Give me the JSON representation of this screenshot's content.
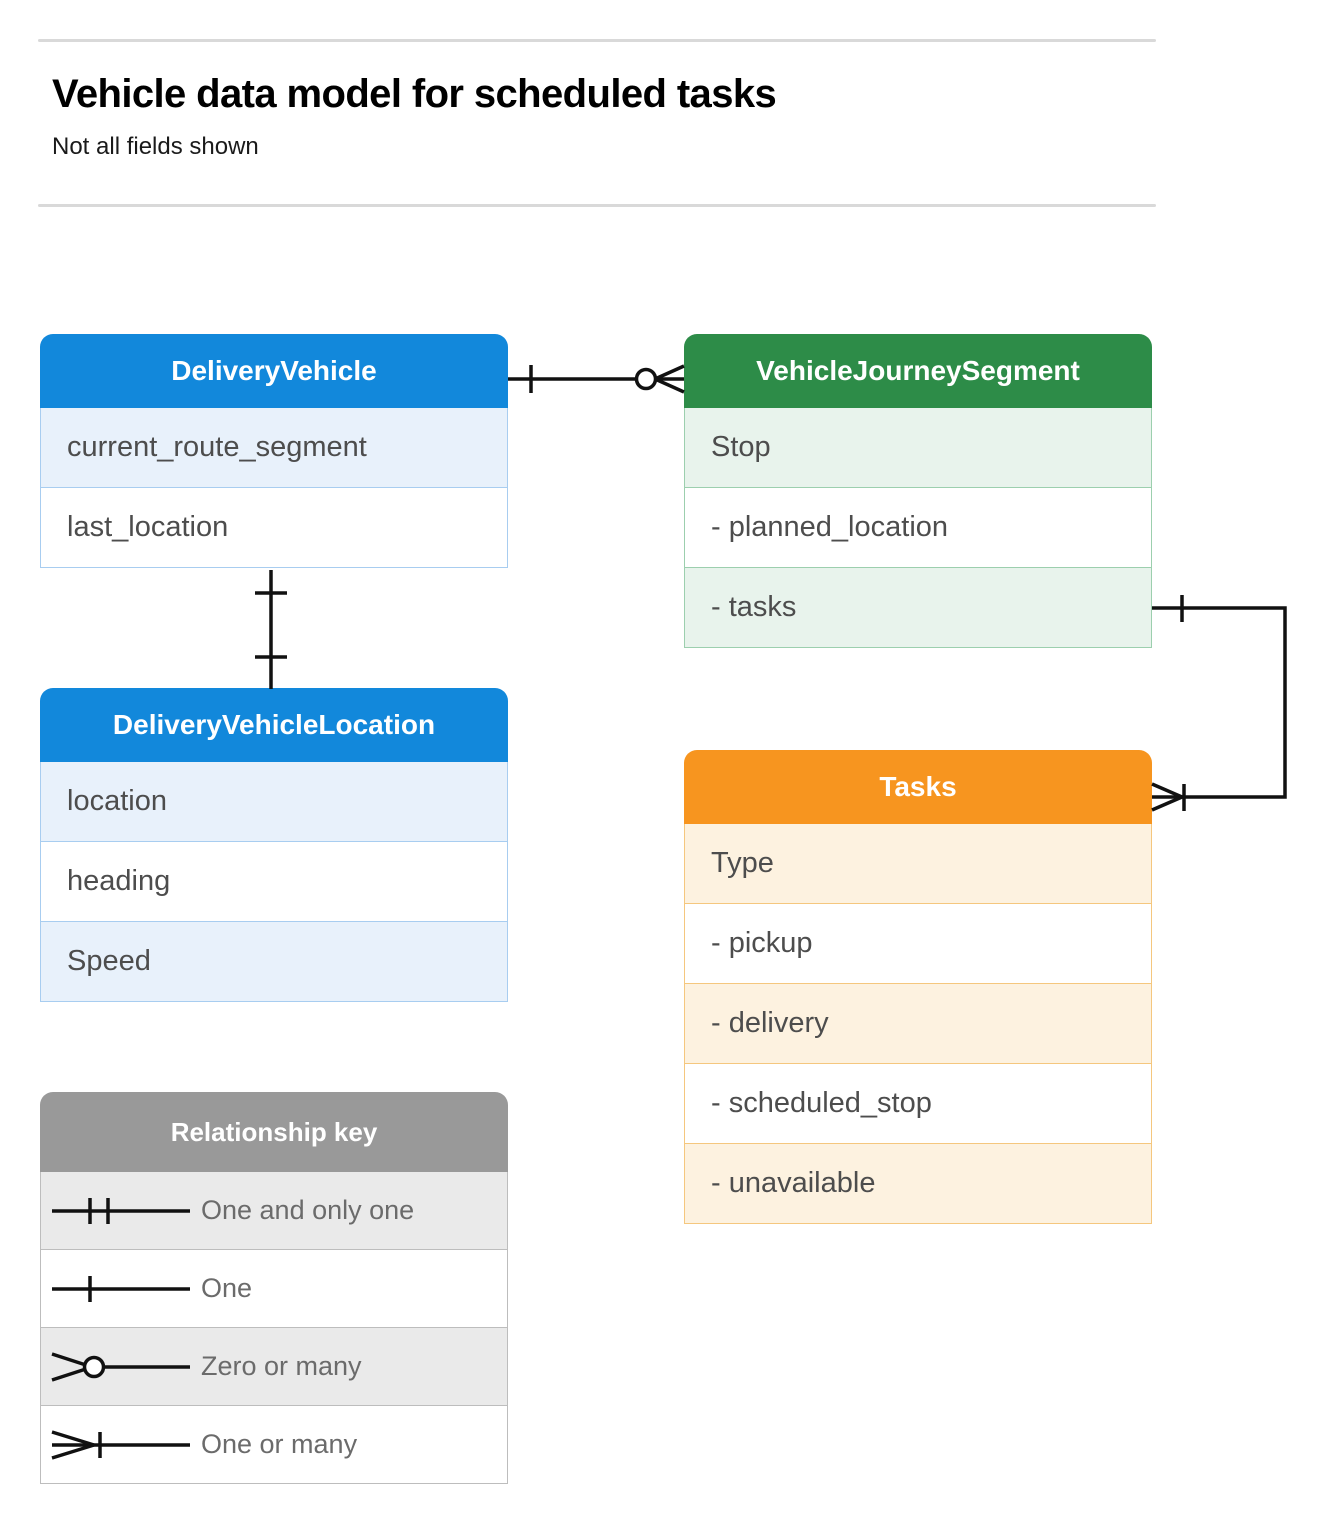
{
  "header": {
    "title": "Vehicle data model for scheduled tasks",
    "subtitle": "Not all fields shown"
  },
  "colors": {
    "blue": "#1288db",
    "blue_row": "#e8f1fb",
    "blue_border": "#a8cdf0",
    "green": "#2d8c48",
    "green_row": "#e8f3ec",
    "green_border": "#9ccfae",
    "orange": "#f7951f",
    "orange_row": "#fdf2e0",
    "orange_border": "#f5c77e",
    "gray": "#999999",
    "gray_row": "#eaeaea",
    "gray_border": "#bdbdbd",
    "connector": "#111111",
    "rule": "#d9d9d9",
    "field_text": "#4d4d4d"
  },
  "entities": [
    {
      "id": "delivery-vehicle",
      "name": "DeliveryVehicle",
      "color": "blue",
      "fields": [
        {
          "label": "current_route_segment"
        },
        {
          "label": "last_location"
        }
      ]
    },
    {
      "id": "delivery-vehicle-location",
      "name": "DeliveryVehicleLocation",
      "color": "blue",
      "fields": [
        {
          "label": "location"
        },
        {
          "label": "heading"
        },
        {
          "label": "Speed"
        }
      ]
    },
    {
      "id": "vehicle-journey-segment",
      "name": "VehicleJourneySegment",
      "color": "green",
      "fields": [
        {
          "label": "Stop"
        },
        {
          "label": "-  planned_location"
        },
        {
          "label": "- tasks"
        }
      ]
    },
    {
      "id": "tasks",
      "name": "Tasks",
      "color": "orange",
      "fields": [
        {
          "label": "Type"
        },
        {
          "label": "-  pickup"
        },
        {
          "label": "-  delivery"
        },
        {
          "label": "-  scheduled_stop"
        },
        {
          "label": "-  unavailable"
        }
      ]
    }
  ],
  "legend": {
    "title": "Relationship key",
    "items": [
      {
        "symbol": "one-and-only-one",
        "label": "One and only one"
      },
      {
        "symbol": "one",
        "label": "One"
      },
      {
        "symbol": "zero-or-many",
        "label": "Zero or many"
      },
      {
        "symbol": "one-or-many",
        "label": "One or many"
      }
    ]
  },
  "relationships": [
    {
      "id": "deliveryvehicle-to-vehiclejourneysegment",
      "from": "DeliveryVehicle",
      "to": "VehicleJourneySegment",
      "from_cardinality": "One",
      "to_cardinality": "Zero or many"
    },
    {
      "id": "deliveryvehicle-to-deliveryvehiclelocation",
      "from": "DeliveryVehicle",
      "to": "DeliveryVehicleLocation",
      "from_cardinality": "One",
      "to_cardinality": "One"
    },
    {
      "id": "vehiclejourneysegment-tasks-to-tasks",
      "from": "VehicleJourneySegment.tasks",
      "to": "Tasks",
      "from_cardinality": "One",
      "to_cardinality": "One or many"
    }
  ]
}
